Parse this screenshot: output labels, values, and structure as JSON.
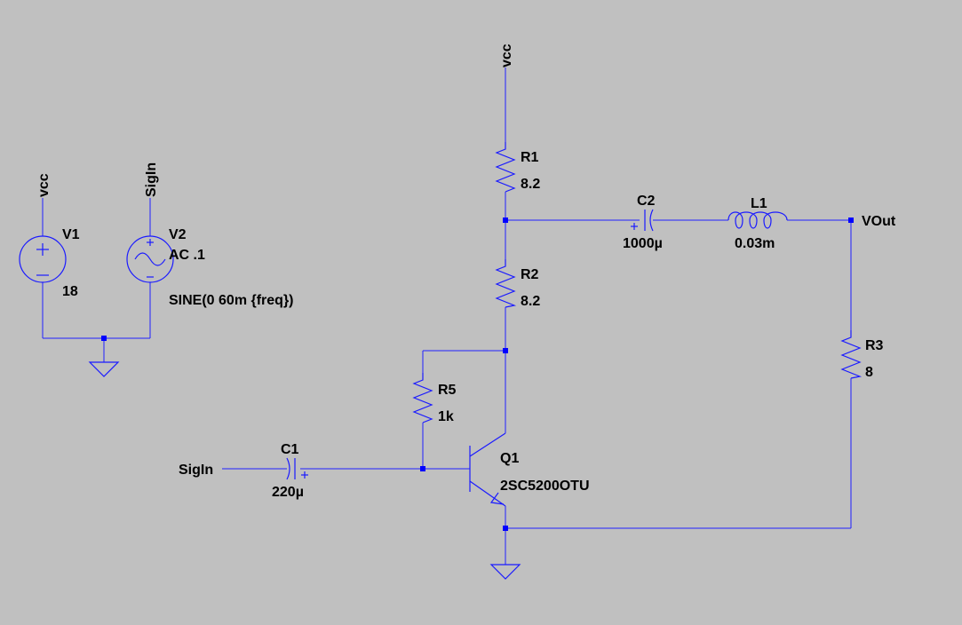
{
  "components": {
    "v1": {
      "name": "V1",
      "value": "18"
    },
    "v2": {
      "name": "V2",
      "value": "AC .1",
      "value2": "SINE(0 60m {freq})"
    },
    "r1": {
      "name": "R1",
      "value": "8.2"
    },
    "r2": {
      "name": "R2",
      "value": "8.2"
    },
    "r3": {
      "name": "R3",
      "value": "8"
    },
    "r5": {
      "name": "R5",
      "value": "1k"
    },
    "c1": {
      "name": "C1",
      "value": "220µ"
    },
    "c2": {
      "name": "C2",
      "value": "1000µ"
    },
    "l1": {
      "name": "L1",
      "value": "0.03m"
    },
    "q1": {
      "name": "Q1",
      "value": "2SC5200OTU"
    }
  },
  "nets": {
    "vcc": "vcc",
    "sigin": "SigIn",
    "vout": "VOut"
  },
  "colors": {
    "background": "#c0c0c0",
    "wire": "#2020ff",
    "junction": "#0000ff",
    "text": "#000000"
  }
}
